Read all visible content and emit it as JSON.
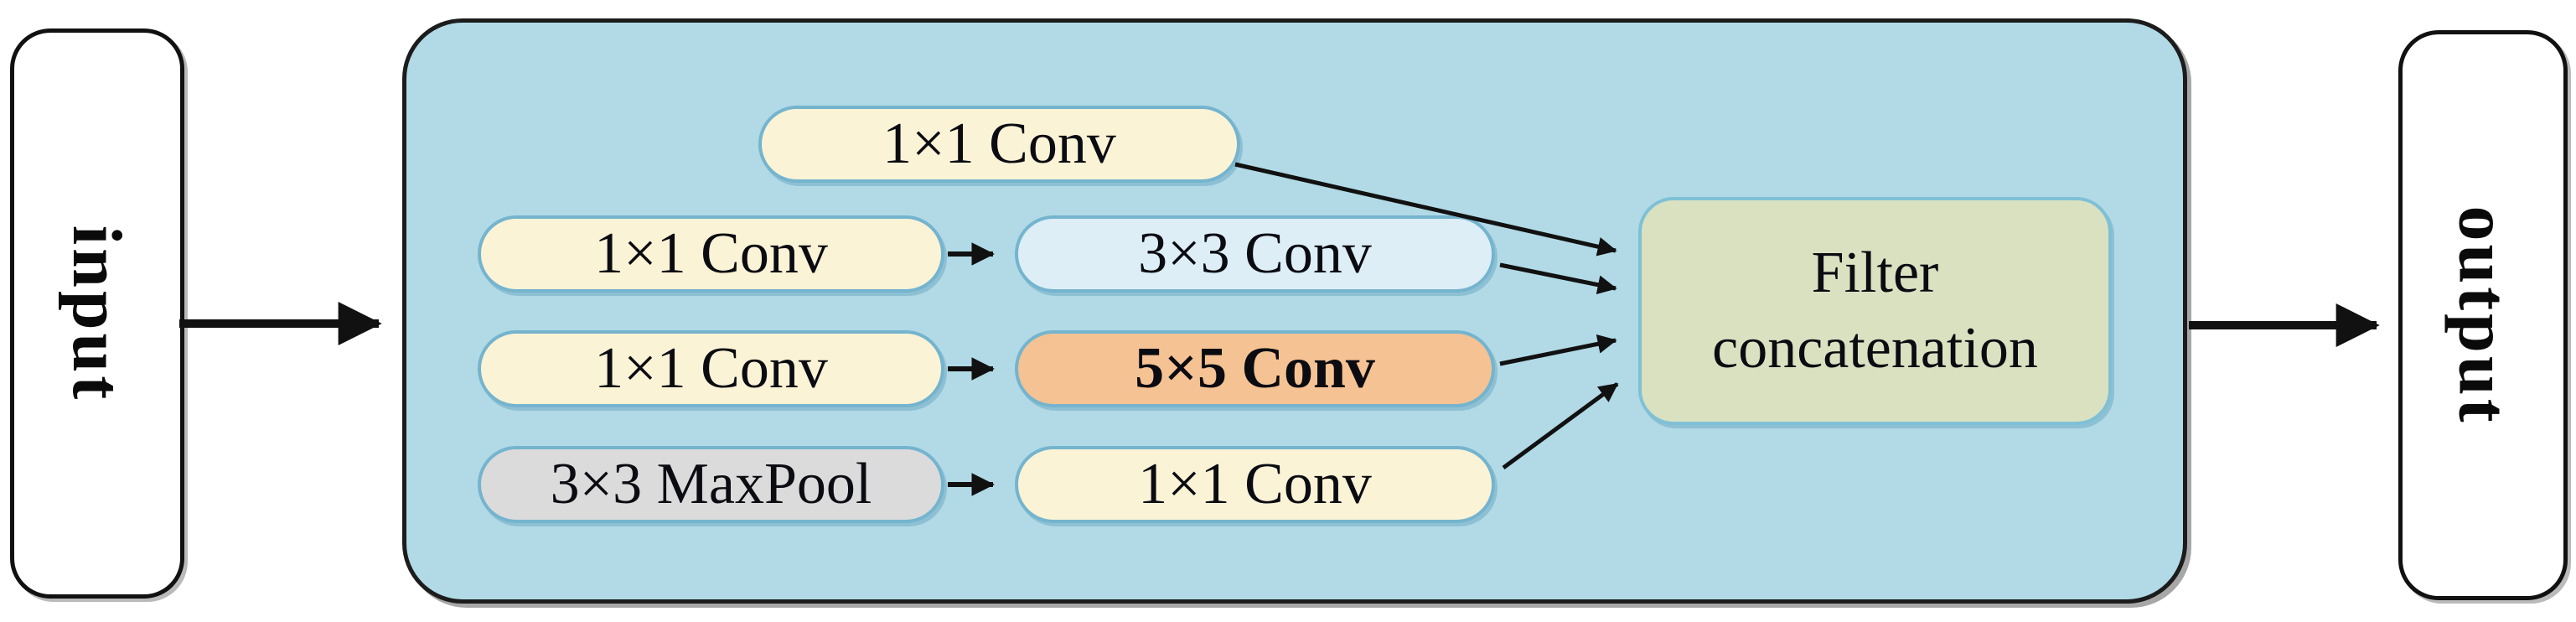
{
  "io": {
    "input_label": "input",
    "output_label": "output"
  },
  "module": {
    "merge_label": "Filter concatenation",
    "branches": [
      {
        "nodes": [
          {
            "label": "1×1 Conv",
            "type": "conv1x1"
          }
        ]
      },
      {
        "nodes": [
          {
            "label": "1×1 Conv",
            "type": "conv1x1"
          },
          {
            "label": "3×3 Conv",
            "type": "conv3x3"
          }
        ]
      },
      {
        "nodes": [
          {
            "label": "1×1 Conv",
            "type": "conv1x1"
          },
          {
            "label": "5×5 Conv",
            "type": "conv5x5"
          }
        ]
      },
      {
        "nodes": [
          {
            "label": "3×3 MaxPool",
            "type": "maxpool"
          },
          {
            "label": "1×1 Conv",
            "type": "conv1x1"
          }
        ]
      }
    ]
  },
  "colors": {
    "container_fill": "#B1DAE6",
    "conv1x1_fill": "#FBF3D6",
    "conv3x3_fill": "#DDEEF6",
    "conv5x5_fill": "#F5C293",
    "maxpool_fill": "#DBDBDB",
    "merge_fill": "#D9E1C0",
    "node_border": "#74B4CE",
    "io_fill": "#FFFFFF",
    "arrow_color": "#111111"
  }
}
